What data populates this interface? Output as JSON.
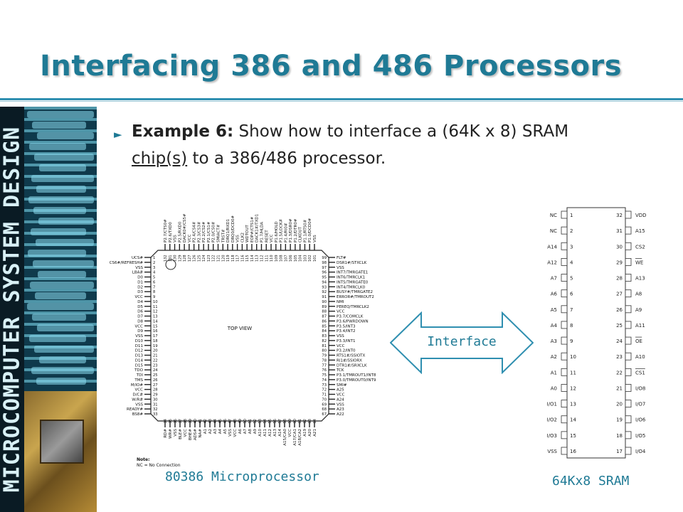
{
  "slide": {
    "title": "Interfacing 386 and 486 Processors",
    "sidebar_label": "MICROCOMPUTER SYSTEM DESIGN",
    "bullet": {
      "bold": "Example 6:",
      "text_before": " Show how to interface a (64K x 8) SRAM ",
      "underlined": "chip(s)",
      "text_after": " to a 386/486 processor."
    },
    "interface_label": "Interface",
    "processor_caption": "80386 Microprocessor",
    "sram_caption": "64Kx8 SRAM"
  },
  "processor": {
    "center_label": "TOP VIEW",
    "note_title": "Note:",
    "note_text": "NC = No Connection",
    "left_pins": [
      {
        "name": "UCS#",
        "num": "1"
      },
      {
        "name": "CS6#/REFRESH#",
        "num": "2"
      },
      {
        "name": "VSS",
        "num": "3"
      },
      {
        "name": "LBA#",
        "num": "4"
      },
      {
        "name": "D0",
        "num": "5"
      },
      {
        "name": "D1",
        "num": "6"
      },
      {
        "name": "D2",
        "num": "7"
      },
      {
        "name": "D3",
        "num": "8"
      },
      {
        "name": "VCC",
        "num": "9"
      },
      {
        "name": "D4",
        "num": "10"
      },
      {
        "name": "D5",
        "num": "11"
      },
      {
        "name": "D6",
        "num": "12"
      },
      {
        "name": "D7",
        "num": "13"
      },
      {
        "name": "D8",
        "num": "14"
      },
      {
        "name": "VCC",
        "num": "15"
      },
      {
        "name": "D9",
        "num": "16"
      },
      {
        "name": "VSS",
        "num": "17"
      },
      {
        "name": "D10",
        "num": "18"
      },
      {
        "name": "D11",
        "num": "19"
      },
      {
        "name": "D12",
        "num": "20"
      },
      {
        "name": "D13",
        "num": "21"
      },
      {
        "name": "D14",
        "num": "22"
      },
      {
        "name": "D15",
        "num": "23"
      },
      {
        "name": "TDO",
        "num": "24"
      },
      {
        "name": "TDI",
        "num": "25"
      },
      {
        "name": "TMS",
        "num": "26"
      },
      {
        "name": "M/IO#",
        "num": "27"
      },
      {
        "name": "VCC",
        "num": "28"
      },
      {
        "name": "D/C#",
        "num": "29"
      },
      {
        "name": "W/R#",
        "num": "30"
      },
      {
        "name": "VSS",
        "num": "31"
      },
      {
        "name": "READY#",
        "num": "32"
      },
      {
        "name": "BS8#",
        "num": "33"
      }
    ],
    "right_pins": [
      {
        "name": "FLT#",
        "num": "99"
      },
      {
        "name": "DSR1#/STXCLK",
        "num": "98"
      },
      {
        "name": "VSS",
        "num": "97"
      },
      {
        "name": "INT7/TMRGATE1",
        "num": "96"
      },
      {
        "name": "INT6/TMRCLK1",
        "num": "95"
      },
      {
        "name": "INT5/TMRGATE0",
        "num": "94"
      },
      {
        "name": "INT4/TMRCLK0",
        "num": "93"
      },
      {
        "name": "BUSY#/TMRGATE2",
        "num": "92"
      },
      {
        "name": "ERROR#/TMROUT2",
        "num": "91"
      },
      {
        "name": "NMI",
        "num": "90"
      },
      {
        "name": "PEREQ/TMRCLK2",
        "num": "89"
      },
      {
        "name": "VCC",
        "num": "88"
      },
      {
        "name": "P3.7/COMCLK",
        "num": "87"
      },
      {
        "name": "P3.6/PWRDOWN",
        "num": "86"
      },
      {
        "name": "P3.5/INT3",
        "num": "85"
      },
      {
        "name": "P3.4/INT2",
        "num": "84"
      },
      {
        "name": "VSS",
        "num": "83"
      },
      {
        "name": "P3.3/INT1",
        "num": "82"
      },
      {
        "name": "VCC",
        "num": "81"
      },
      {
        "name": "P3.2/INT0",
        "num": "80"
      },
      {
        "name": "RTS1#/SSIOTX",
        "num": "79"
      },
      {
        "name": "RI1#/SSIORX",
        "num": "78"
      },
      {
        "name": "DTR1#/SRXCLK",
        "num": "77"
      },
      {
        "name": "TCK",
        "num": "76"
      },
      {
        "name": "P3.1/TMROUT1/INT8",
        "num": "75"
      },
      {
        "name": "P3.0/TMROUT0/INT9",
        "num": "74"
      },
      {
        "name": "SMI#",
        "num": "73"
      },
      {
        "name": "A25",
        "num": "72"
      },
      {
        "name": "VCC",
        "num": "71"
      },
      {
        "name": "A24",
        "num": "70"
      },
      {
        "name": "VSS",
        "num": "69"
      },
      {
        "name": "A23",
        "num": "68"
      },
      {
        "name": "A22",
        "num": "67"
      }
    ],
    "top_pins": [
      "P2.7/CTS0#",
      "P2.6/TXD0",
      "VSS",
      "P2.5/RXD0",
      "DACK0#/CS5#",
      "VCC",
      "P2.4/CS4#",
      "P2.3/CS3#",
      "P2.2/CS2#",
      "P2.1/CS1#",
      "P2.0/CS0#",
      "SMIACT#",
      "TRST#",
      "DRQ1/RXD1",
      "DRQ0/DCD0#",
      "VSS",
      "CLK2",
      "WDTOUT",
      "EOP#/CTS1#",
      "DACK1#/TXD1",
      "P1.7/HLDA",
      "RESET",
      "VCC",
      "P1.6/HOLD",
      "P1.5/LOCK#",
      "P1.4/RI0#",
      "P1.3/DSR0#",
      "P1.2/DTR0#",
      "CLKOUT",
      "P1.1/RTS0#",
      "P1.0/DCD0#",
      "VSS"
    ],
    "bottom_pins": [
      "RD#",
      "WR#",
      "VSS",
      "BLE#",
      "VCC",
      "BHE#",
      "ADS#",
      "NA#",
      "A1",
      "A2",
      "A3",
      "A4",
      "A5",
      "VSS",
      "VCC",
      "A6",
      "A7",
      "A8",
      "A9",
      "A10",
      "A11",
      "A12",
      "A13",
      "A14",
      "A15/CA0",
      "VCC",
      "A17/CA1",
      "A18/CA2",
      "A19",
      "A20",
      "A21"
    ],
    "top_first_num": 132,
    "bottom_first_num": 34
  },
  "sram": {
    "left_pins": [
      {
        "name": "NC",
        "num": "1"
      },
      {
        "name": "NC",
        "num": "2"
      },
      {
        "name": "A14",
        "num": "3"
      },
      {
        "name": "A12",
        "num": "4"
      },
      {
        "name": "A7",
        "num": "5"
      },
      {
        "name": "A6",
        "num": "6"
      },
      {
        "name": "A5",
        "num": "7"
      },
      {
        "name": "A4",
        "num": "8"
      },
      {
        "name": "A3",
        "num": "9"
      },
      {
        "name": "A2",
        "num": "10"
      },
      {
        "name": "A1",
        "num": "11"
      },
      {
        "name": "A0",
        "num": "12"
      },
      {
        "name": "I/O1",
        "num": "13"
      },
      {
        "name": "I/O2",
        "num": "14"
      },
      {
        "name": "I/O3",
        "num": "15"
      },
      {
        "name": "VSS",
        "num": "16"
      }
    ],
    "right_pins": [
      {
        "name": "VDD",
        "num": "32",
        "bar": false
      },
      {
        "name": "A15",
        "num": "31",
        "bar": false
      },
      {
        "name": "CS2",
        "num": "30",
        "bar": false
      },
      {
        "name": "WE",
        "num": "29",
        "bar": true
      },
      {
        "name": "A13",
        "num": "28",
        "bar": false
      },
      {
        "name": "A8",
        "num": "27",
        "bar": false
      },
      {
        "name": "A9",
        "num": "26",
        "bar": false
      },
      {
        "name": "A11",
        "num": "25",
        "bar": false
      },
      {
        "name": "OE",
        "num": "24",
        "bar": true
      },
      {
        "name": "A10",
        "num": "23",
        "bar": false
      },
      {
        "name": "CS1",
        "num": "22",
        "bar": true
      },
      {
        "name": "I/O8",
        "num": "21",
        "bar": false
      },
      {
        "name": "I/O7",
        "num": "20",
        "bar": false
      },
      {
        "name": "I/O6",
        "num": "19",
        "bar": false
      },
      {
        "name": "I/O5",
        "num": "18",
        "bar": false
      },
      {
        "name": "I/O4",
        "num": "17",
        "bar": false
      }
    ]
  },
  "colors": {
    "title": "#1f7a95",
    "accent": "#2f8fb0",
    "sidebar_bg": "#0b2a38",
    "text": "#222222"
  }
}
